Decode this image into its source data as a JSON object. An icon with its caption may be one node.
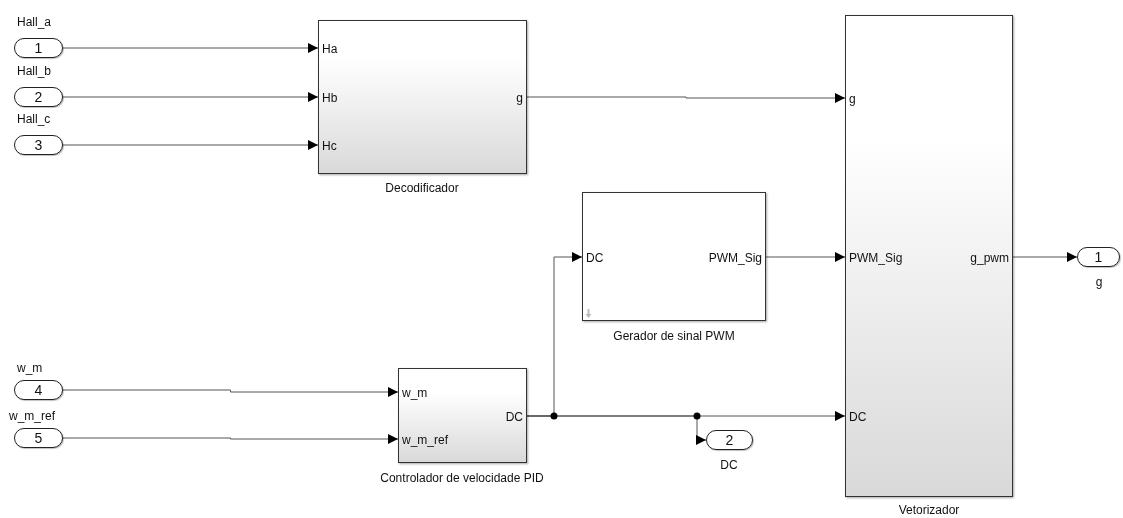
{
  "diagram": {
    "nodes": [
      {
        "text": [
          "1"
        ],
        "beside": [
          "Hall_a"
        ]
      },
      {
        "text": [
          "2"
        ],
        "beside": [
          "Hall_b"
        ]
      },
      {
        "text": [
          "3"
        ],
        "beside": [
          "Hall_c"
        ]
      },
      {
        "text": [
          "Ha",
          "Hb",
          "Hc",
          "g"
        ],
        "beside": [
          "Decodificador"
        ]
      },
      {
        "text": [
          "DC",
          "PWM_Sig"
        ],
        "beside": [
          "Gerador de sinal PWM"
        ]
      },
      {
        "text": [
          "g",
          "PWM_Sig",
          "g_pwm",
          "DC"
        ],
        "beside": [
          "Vetorizador"
        ]
      },
      {
        "text": [
          "1"
        ],
        "beside": [
          "g"
        ]
      },
      {
        "text": [
          "4"
        ],
        "beside": [
          "w_m"
        ]
      },
      {
        "text": [
          "5"
        ],
        "beside": [
          "w_m_ref"
        ]
      },
      {
        "text": [
          "w_m",
          "w_m_ref",
          "DC"
        ],
        "beside": [
          "Controlador de velocidade PID"
        ]
      },
      {
        "text": [
          "2"
        ],
        "beside": [
          "DC"
        ]
      }
    ],
    "edges": [
      {
        "from": 0,
        "to": 3,
        "arrow": "to"
      },
      {
        "from": 1,
        "to": 3,
        "arrow": "to"
      },
      {
        "from": 2,
        "to": 3,
        "arrow": "to"
      },
      {
        "from": 3,
        "to": 5,
        "arrow": "to"
      },
      {
        "from": 4,
        "to": 5,
        "arrow": "to"
      },
      {
        "from": 5,
        "to": 6,
        "arrow": "to"
      },
      {
        "from": 7,
        "to": 9,
        "arrow": "to"
      },
      {
        "from": 8,
        "to": 9,
        "arrow": "to"
      },
      {
        "from": 9,
        "to": 4,
        "arrow": "to"
      },
      {
        "from": 9,
        "to": 5,
        "arrow": "to"
      },
      {
        "from": 9,
        "to": 10,
        "arrow": "to"
      }
    ]
  }
}
